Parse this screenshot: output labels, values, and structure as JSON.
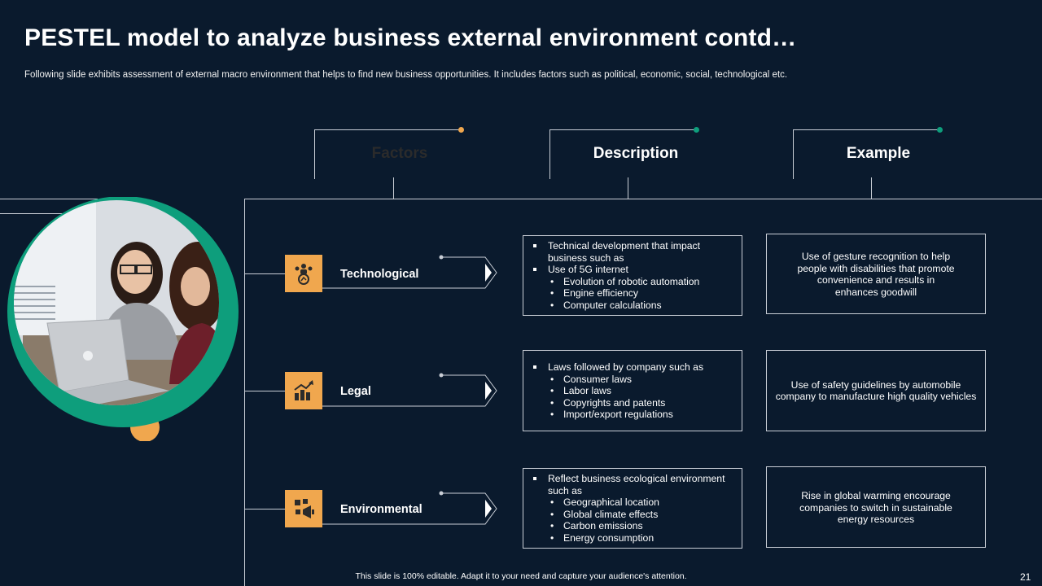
{
  "title": "PESTEL model to analyze business external environment contd…",
  "subtitle": "Following slide exhibits assessment of external macro environment that helps to find new business opportunities. It includes factors such as political, economic, social, technological etc.",
  "headers": [
    {
      "label": "Factors",
      "color": "#f0a74e"
    },
    {
      "label": "Description",
      "color": "#0e9e7c"
    },
    {
      "label": "Example",
      "color": "#0e9e7c"
    }
  ],
  "rows": [
    {
      "factor": "Technological",
      "icon": "technology-people-icon",
      "description": [
        {
          "level": 1,
          "text": "Technical development that impact business such as"
        },
        {
          "level": 1,
          "text": "Use of 5G internet"
        },
        {
          "level": 2,
          "text": "Evolution of robotic automation"
        },
        {
          "level": 2,
          "text": "Engine efficiency"
        },
        {
          "level": 2,
          "text": "Computer calculations"
        }
      ],
      "example": "Use of gesture recognition to help people with disabilities that promote convenience and results in enhances goodwill"
    },
    {
      "factor": "Legal",
      "icon": "legal-growth-icon",
      "description": [
        {
          "level": 1,
          "text": "Laws followed by company such as"
        },
        {
          "level": 2,
          "text": "Consumer laws"
        },
        {
          "level": 2,
          "text": "Labor laws"
        },
        {
          "level": 2,
          "text": "Copyrights and patents"
        },
        {
          "level": 2,
          "text": "Import/export regulations"
        }
      ],
      "example": "Use of safety guidelines by automobile company to manufacture high quality vehicles"
    },
    {
      "factor": "Environmental",
      "icon": "environment-announcement-icon",
      "description": [
        {
          "level": 1,
          "text": "Reflect business ecological environment such as"
        },
        {
          "level": 2,
          "text": "Geographical location"
        },
        {
          "level": 2,
          "text": "Global climate effects"
        },
        {
          "level": 2,
          "text": "Carbon emissions"
        },
        {
          "level": 2,
          "text": "Energy consumption"
        }
      ],
      "example": "Rise in global warming encourage companies to switch in sustainable energy resources"
    }
  ],
  "footer_note": "This slide is 100% editable.  Adapt it to your need and capture your audience's attention.",
  "page_number": "21",
  "colors": {
    "background": "#0a1a2d",
    "accent_orange": "#f0a74e",
    "accent_green": "#0e9e7c",
    "line": "#c9ced6"
  }
}
